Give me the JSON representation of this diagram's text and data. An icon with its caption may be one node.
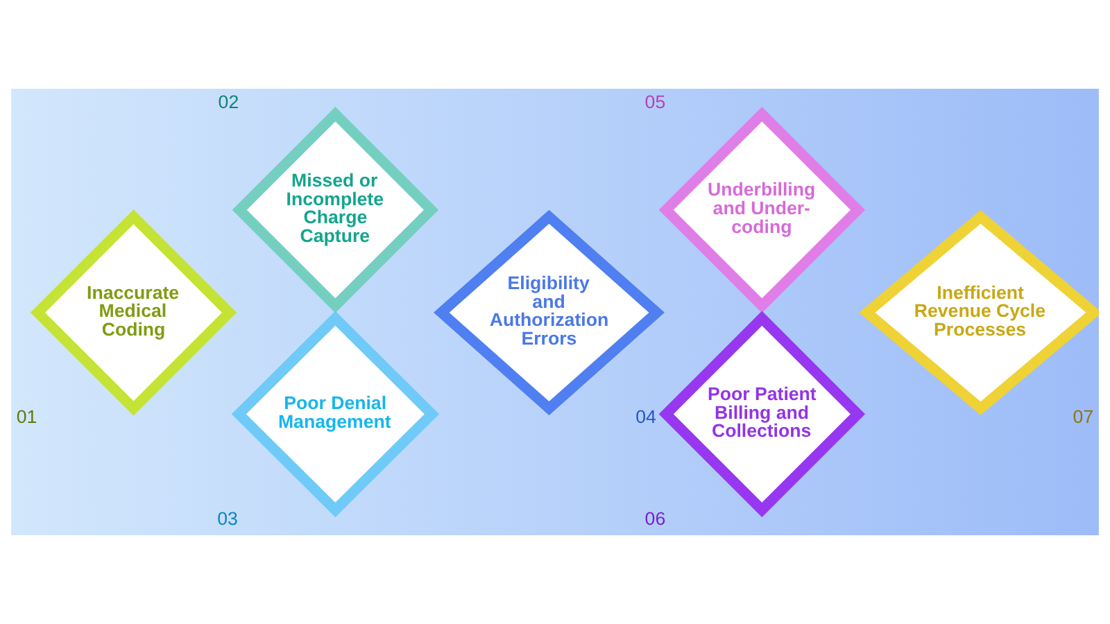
{
  "diagram": {
    "nodes": [
      {
        "text": [
          "Inaccurate Medical Coding"
        ],
        "beside": [
          "01"
        ]
      },
      {
        "text": [
          "Missed or Incomplete Charge Capture"
        ],
        "beside": [
          "02"
        ]
      },
      {
        "text": [
          "Poor Denial Management"
        ],
        "beside": [
          "03"
        ]
      },
      {
        "text": [
          "Eligibility and Authorization Errors"
        ],
        "beside": [
          "04"
        ]
      },
      {
        "text": [
          "Underbilling and Under-coding"
        ],
        "beside": [
          "05"
        ]
      },
      {
        "text": [
          "Poor Patient Billing and Collections"
        ],
        "beside": [
          "06"
        ]
      },
      {
        "text": [
          "Inefficient Revenue Cycle Processes"
        ],
        "beside": [
          "07"
        ]
      }
    ]
  }
}
